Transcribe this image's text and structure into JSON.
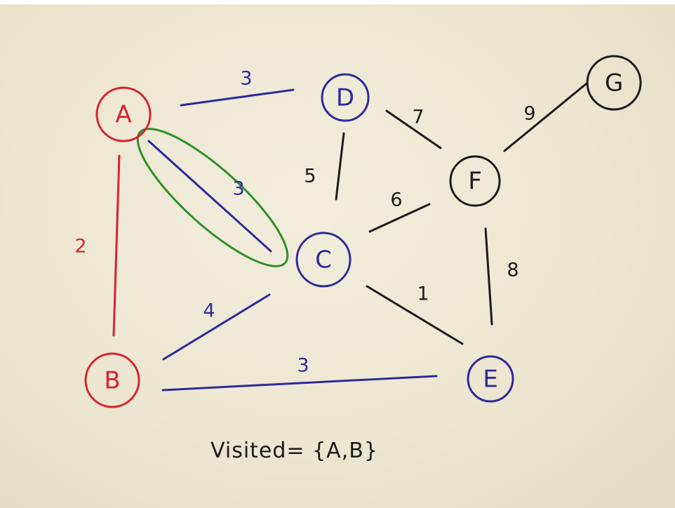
{
  "colors": {
    "visited": "#d8232d",
    "frontier": "#2e2a9a",
    "highlight": "#2f8f2a",
    "ink": "#1b1b1b"
  },
  "nodes": [
    {
      "id": "A",
      "label": "A",
      "state": "visited"
    },
    {
      "id": "B",
      "label": "B",
      "state": "visited"
    },
    {
      "id": "C",
      "label": "C",
      "state": "frontier"
    },
    {
      "id": "D",
      "label": "D",
      "state": "frontier"
    },
    {
      "id": "E",
      "label": "E",
      "state": "frontier"
    },
    {
      "id": "F",
      "label": "F",
      "state": "unvisited"
    },
    {
      "id": "G",
      "label": "G",
      "state": "unvisited"
    }
  ],
  "edges": [
    {
      "from": "A",
      "to": "D",
      "weight": "3",
      "state": "frontier"
    },
    {
      "from": "A",
      "to": "C",
      "weight": "3",
      "state": "frontier",
      "highlighted": true
    },
    {
      "from": "A",
      "to": "B",
      "weight": "2",
      "state": "visited"
    },
    {
      "from": "B",
      "to": "C",
      "weight": "4",
      "state": "frontier"
    },
    {
      "from": "B",
      "to": "E",
      "weight": "3",
      "state": "frontier"
    },
    {
      "from": "D",
      "to": "C",
      "weight": "5",
      "state": "unvisited"
    },
    {
      "from": "D",
      "to": "F",
      "weight": "7",
      "state": "unvisited"
    },
    {
      "from": "C",
      "to": "F",
      "weight": "6",
      "state": "unvisited"
    },
    {
      "from": "C",
      "to": "E",
      "weight": "1",
      "state": "unvisited"
    },
    {
      "from": "F",
      "to": "G",
      "weight": "9",
      "state": "unvisited"
    },
    {
      "from": "F",
      "to": "E",
      "weight": "8",
      "state": "unvisited"
    }
  ],
  "visited_caption": "Visited= {A,B}"
}
